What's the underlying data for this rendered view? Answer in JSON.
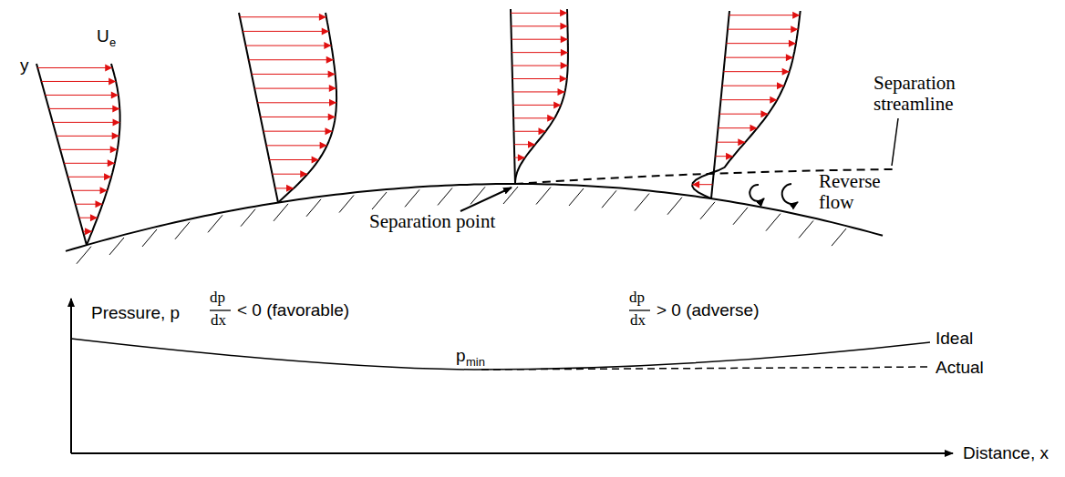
{
  "diagram": {
    "labels": [
      "y",
      "U",
      "e",
      "Separation streamline",
      "Reverse flow",
      "Separation point",
      "Pressure, p",
      "dp",
      "dx",
      "< 0 (favorable)",
      "dp",
      "dx",
      "> 0 (adverse)",
      "p",
      "min",
      "Ideal",
      "Actual",
      "Distance, x"
    ]
  }
}
